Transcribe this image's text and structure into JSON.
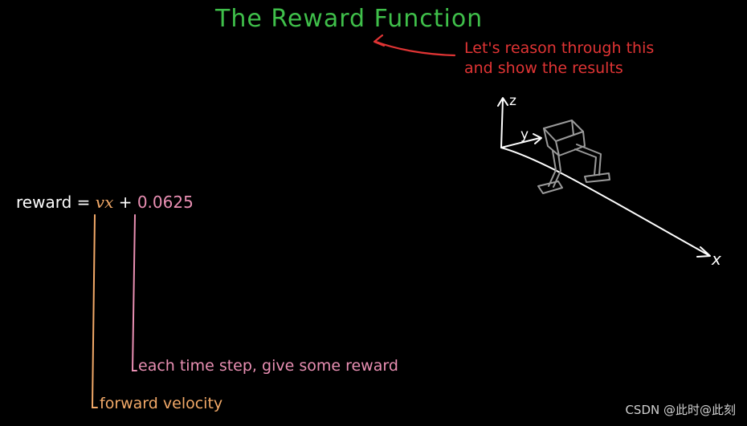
{
  "title": "The Reward Function",
  "note": {
    "line1": "Let's reason through this",
    "line2": "and show the results"
  },
  "equation": {
    "lhs": "reward",
    "equals": "=",
    "term1": "vx",
    "plus": "+",
    "term2": "0.0625"
  },
  "annotations": {
    "time_step": "each time step, give some reward",
    "forward_velocity": "forward velocity"
  },
  "axes": {
    "x": "x",
    "y": "y",
    "z": "z"
  },
  "watermark": "CSDN @此时@此刻",
  "colors": {
    "title": "#3fbf4a",
    "note": "#e03434",
    "velocity": "#f2a968",
    "constant": "#e98fb3",
    "robot": "#9a9a9a"
  }
}
